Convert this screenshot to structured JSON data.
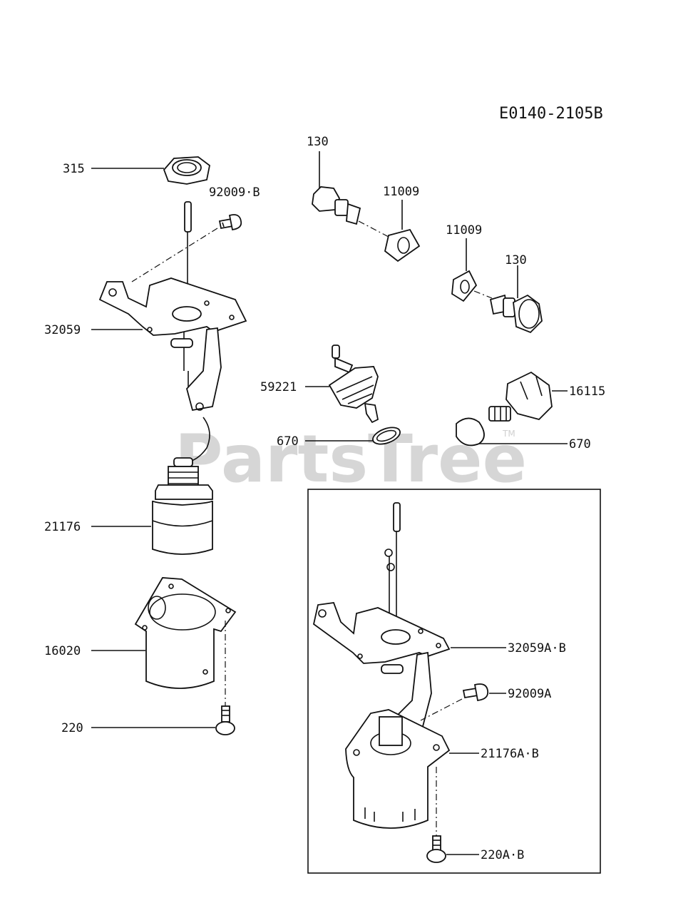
{
  "diagram": {
    "code": "E0140-2105B",
    "watermark": "PartsTree",
    "trademark": "TM",
    "labels": {
      "p315": "315",
      "p92009b": "92009·B",
      "p32059": "32059",
      "p21176": "21176",
      "p16020": "16020",
      "p220": "220",
      "p130a": "130",
      "p11009a": "11009",
      "p11009b": "11009",
      "p130b": "130",
      "p59221": "59221",
      "p670a": "670",
      "p16115": "16115",
      "p670b": "670",
      "p32059ab": "32059A·B",
      "p92009a": "92009A",
      "p21176ab": "21176A·B",
      "p220ab": "220A·B"
    }
  }
}
